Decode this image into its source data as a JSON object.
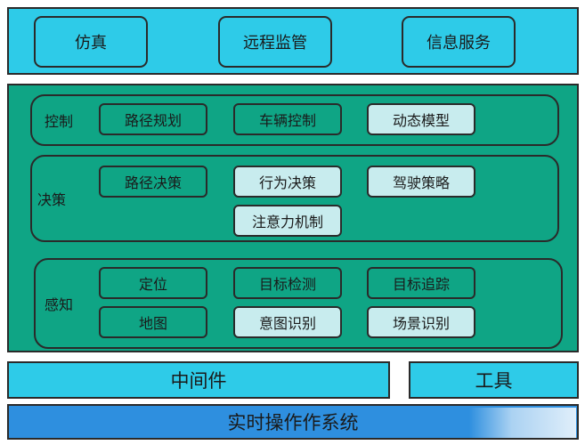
{
  "applications": [
    "仿真",
    "远程监管",
    "信息服务"
  ],
  "layers": {
    "control": {
      "label": "控制",
      "modules": [
        "路径规划",
        "车辆控制",
        "动态模型"
      ]
    },
    "decision": {
      "label": "决策",
      "modules": [
        "路径决策",
        "行为决策",
        "驾驶策略",
        "注意力机制"
      ]
    },
    "perception": {
      "label": "感知",
      "modules": [
        "定位",
        "目标检测",
        "目标追踪",
        "地图",
        "意图识别",
        "场景识别"
      ]
    }
  },
  "middleware": "中间件",
  "tools": "工具",
  "os": "实时操作作系统",
  "colors": {
    "application_band": "#2ecbe8",
    "framework_green": "#0fa585",
    "highlight_module": "#c8ecee",
    "os_band": "#2e8fdf",
    "border": "#2a2a2a"
  }
}
